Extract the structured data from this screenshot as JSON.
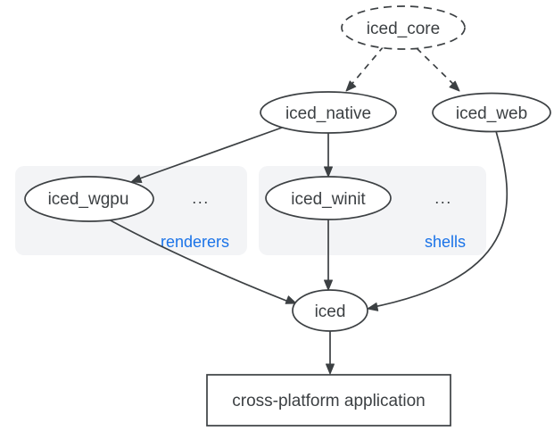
{
  "colors": {
    "background": "#ffffff",
    "line_and_text": "#3c4043",
    "group_fill": "#f3f4f6",
    "group_label_blue": "#1a73e8",
    "node_fill": "#ffffff"
  },
  "nodes": {
    "iced_core": "iced_core",
    "iced_native": "iced_native",
    "iced_web": "iced_web",
    "iced_wgpu": "iced_wgpu",
    "iced_winit": "iced_winit",
    "iced": "iced",
    "app": "cross-platform application"
  },
  "groups": {
    "renderers": {
      "label": "renderers",
      "ellipsis": "..."
    },
    "shells": {
      "label": "shells",
      "ellipsis": "..."
    }
  },
  "edges": [
    {
      "from": "iced_core",
      "to": "iced_native",
      "style": "dashed"
    },
    {
      "from": "iced_core",
      "to": "iced_web",
      "style": "dashed"
    },
    {
      "from": "iced_native",
      "to": "iced_wgpu",
      "style": "solid"
    },
    {
      "from": "iced_native",
      "to": "iced_winit",
      "style": "solid"
    },
    {
      "from": "iced_wgpu",
      "to": "iced",
      "style": "solid"
    },
    {
      "from": "iced_winit",
      "to": "iced",
      "style": "solid"
    },
    {
      "from": "iced_web",
      "to": "iced",
      "style": "solid"
    },
    {
      "from": "iced",
      "to": "app",
      "style": "solid"
    }
  ]
}
